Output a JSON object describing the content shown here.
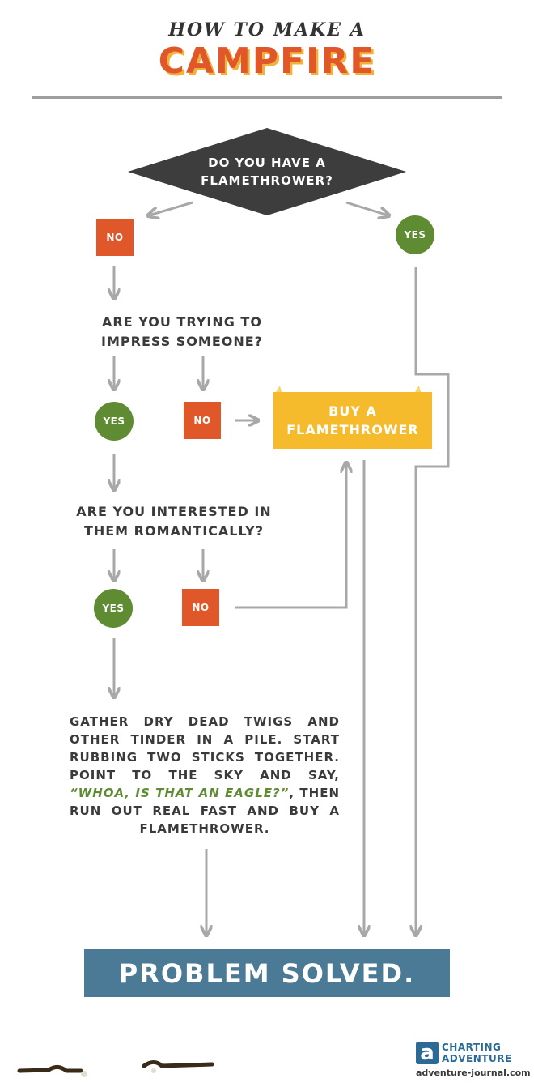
{
  "title": {
    "line1": "HOW TO MAKE A",
    "line2": "CAMPFIRE"
  },
  "start_question": {
    "line1": "DO YOU HAVE A",
    "line2": "FLAMETHROWER?"
  },
  "answers": {
    "no": "NO",
    "yes": "YES"
  },
  "question_impress": {
    "line1": "ARE YOU TRYING TO",
    "line2": "IMPRESS SOMEONE?"
  },
  "question_romantic": {
    "line1": "ARE YOU INTERESTED IN",
    "line2": "THEM ROMANTICALLY?"
  },
  "buy_box": {
    "line1": "BUY A",
    "line2": "FLAMETHROWER"
  },
  "instructions": {
    "part1": "GATHER DRY DEAD TWIGS AND OTHER TINDER IN A PILE. START RUBBING TWO STICKS TOGETHER. POINT TO THE SKY AND SAY, ",
    "quote": "“WHOA, IS THAT AN EAGLE?”",
    "part2": ", THEN RUN OUT REAL FAST AND BUY A FLAMETHROWER."
  },
  "final": "PROBLEM SOLVED.",
  "logo": {
    "mark": "a",
    "line1": "CHARTING",
    "line2": "ADVENTURE",
    "url": "adventure-journal.com"
  },
  "colors": {
    "orange": "#e0572a",
    "green": "#5f8c32",
    "yellow": "#f5bb2c",
    "dark": "#3d3d3d",
    "blue": "#4a7a95",
    "arrow_gray": "#a8a8a8"
  }
}
